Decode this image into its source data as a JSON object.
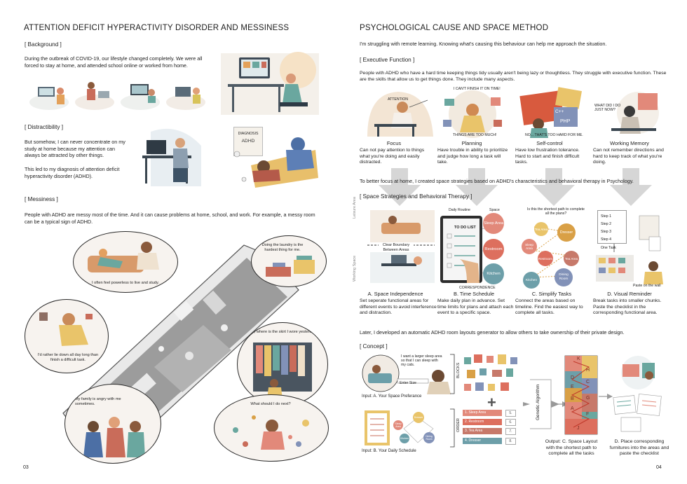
{
  "left": {
    "title": "ATTENTION DEFICIT HYPERACTIVITY DISORDER AND MESSINESS",
    "background": {
      "heading": "[ Background ]",
      "text": "During the outbreak of COVID-19, our lifestyle changed completely. We were all forced to stay at home, and attended school online or worked from home."
    },
    "distractibility": {
      "heading": "[ Distractibility ]",
      "text1": "But somehow, I can never concentrate on my study at home because my attention can always be attracted by other things.",
      "text2": "This led to my diagnosis of attention deficit hyperactivity disorder (ADHD).",
      "sign_line1": "DIAGNOSIS",
      "sign_line2": "ADHD"
    },
    "messiness": {
      "heading": "[ Messiness ]",
      "text": "People with ADHD are messy most of the time. And it can cause problems at home, school, and work. For example, a messy room can be a typical sign of ADHD."
    },
    "bubbles": [
      "I often feel powerless to live and study.",
      "Doing the laundry is the hardest thing for me.",
      "I'd rather lie down all day long than finish a difficult task.",
      "Mom, where is the skirt I wore yesterday?",
      "My family is angry with me sometimes.",
      "What should I do next?"
    ],
    "page_number": "03"
  },
  "right": {
    "title": "PSYCHOLOGICAL CAUSE AND SPACE METHOD",
    "intro": "I'm struggling with remote learning. Knowing what's causing this behaviour can help me approach the situation.",
    "executive": {
      "heading": "[ Executive Function ]",
      "text": "People with ADHD who have a hard time keeping things tidy usually aren't being lazy or thoughtless. They struggle with executive function. These are the skills that allow us to get things done. They include many aspects.",
      "items": [
        {
          "title": "Focus",
          "text": "Can not pay attention to things what you're doing and easily distracted."
        },
        {
          "title": "Planning",
          "text": "Have trouble in ability to prioritize and judge how long a task will take."
        },
        {
          "title": "Self-control",
          "text": "Have low frustration tolerance. Hard to start and finish difficult tasks."
        },
        {
          "title": "Working Memory",
          "text": "Can not remember directions and hard to keep track of what you're doing."
        }
      ],
      "labels": {
        "attention": "ATTENTION",
        "cant_finish": "I CAN'T FINISH IT ON TIME!",
        "too_much": "THINGS ARE TOO MUCH!",
        "too_hard": "NO... THAT'S TOO HARD FOR ME.",
        "what_did": "WHAT DID I DO JUST NOW?",
        "cpp": "C++",
        "php": "PHP"
      }
    },
    "bridge": "To better focus at home, I created space strategies based on ADHD's characteristics and behavioral therapy in Psychology.",
    "strategies": {
      "heading": "[ Space Strategies and Behavioral Therapy ]",
      "items": [
        {
          "title": "A. Space Independence",
          "text": "Set seperate functional areas for different events to avoid interference and distraction."
        },
        {
          "title": "B. Time Schedule",
          "text": "Make daily plan in advance. Set time limits for plans and attach each event to a specific space."
        },
        {
          "title": "C. Simplify Tasks",
          "text": "Connect the areas based on timeline. Find the easiest way to complete all tasks."
        },
        {
          "title": "D. Visual Reminder",
          "text": "Break tasks into smaller chunks. Paste the checklist in the corresponding functional area."
        }
      ],
      "labels": {
        "leisure": "Leisure Area",
        "working": "Working Space",
        "clear": "Clear Boundary Between Areas",
        "daily": "Daily Routine",
        "space": "Space",
        "todo": "TO DO LIST",
        "sleep": "Sleep Area",
        "restroom": "Restroom",
        "kitchen": "Kitchen",
        "correspondence": "CORRESPONDENCE",
        "shortest": "Is this the shortest path to complete all the plans?",
        "dresser": "Dresser",
        "dining": "Dining Room",
        "tea": "Tea Area",
        "steps": [
          "Step 1",
          "Step 2",
          "Step 3",
          "Step 4"
        ],
        "one_task": "One Task",
        "paste": "Paste on the wall"
      }
    },
    "later": "Later, I developed an automatic ADHD room layouts generator to allow others to take ownership of their private design.",
    "concept": {
      "heading": "[ Concept ]",
      "speech": "I want a larger sleep area so that I can sleep with my cats.",
      "enter_size": "Enter Size",
      "blocks": "BLOCKS",
      "order": "ORDER",
      "order_items": [
        "1. Sleep Area",
        "2. Restroom",
        "3. Tea Area",
        "4. Dresser"
      ],
      "order_nums": [
        "5.",
        "6.",
        "7.",
        "8."
      ],
      "genetic": "Genetic Algorithm",
      "letters": [
        "K",
        "H",
        "D",
        "E",
        "C",
        "B",
        "G",
        "A",
        "F",
        "J"
      ],
      "input_a": "Input: A. Your Space Preferance",
      "input_b": "Input: B. Your Daily Schedule",
      "output_c": "Output: C. Space Layout with the shortest path to complete all the tasks",
      "output_d": "D. Place corresponding furnitures into the areas and paste the checklist"
    },
    "page_number": "04"
  },
  "colors": {
    "sleep": "#e2897a",
    "restroom": "#dd6f5e",
    "kitchen": "#6d9fa9",
    "dresser": "#d9a046",
    "dining": "#8292b8",
    "tea": "#c7796a",
    "teal": "#6aa79f",
    "yellow": "#e9c46a",
    "arrow": "#cfcfcf"
  }
}
